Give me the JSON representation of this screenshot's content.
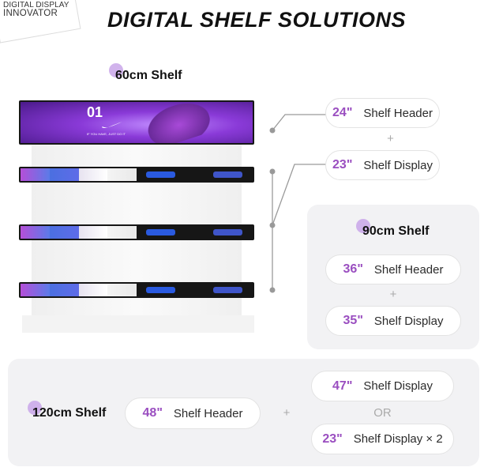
{
  "logo": {
    "line1": "DIGITAL DISPLAY",
    "line2": "INNOVATOR"
  },
  "title": "DIGITAL SHELF SOLUTIONS",
  "shelf60": {
    "label": "60cm Shelf",
    "header": {
      "size": "24\"",
      "label": "Shelf Header"
    },
    "plus": "+",
    "display": {
      "size": "23\"",
      "label": "Shelf Display"
    }
  },
  "shelf90": {
    "label": "90cm Shelf",
    "header": {
      "size": "36\"",
      "label": "Shelf Header"
    },
    "plus": "+",
    "display": {
      "size": "35\"",
      "label": "Shelf Display"
    }
  },
  "shelf120": {
    "label": "120cm Shelf",
    "header": {
      "size": "48\"",
      "label": "Shelf Header"
    },
    "plus": "+",
    "option1": {
      "size": "47\"",
      "label": "Shelf Display"
    },
    "or": "OR",
    "option2": {
      "size": "23\"",
      "label": "Shelf Display × 2"
    }
  },
  "hero_ad": {
    "number": "01",
    "tagline": "IF YOU HAVE, JUST DO IT"
  },
  "colors": {
    "accent": "#9a4ec0",
    "panel": "#f2f2f4",
    "dot": "#c9a6e9"
  }
}
